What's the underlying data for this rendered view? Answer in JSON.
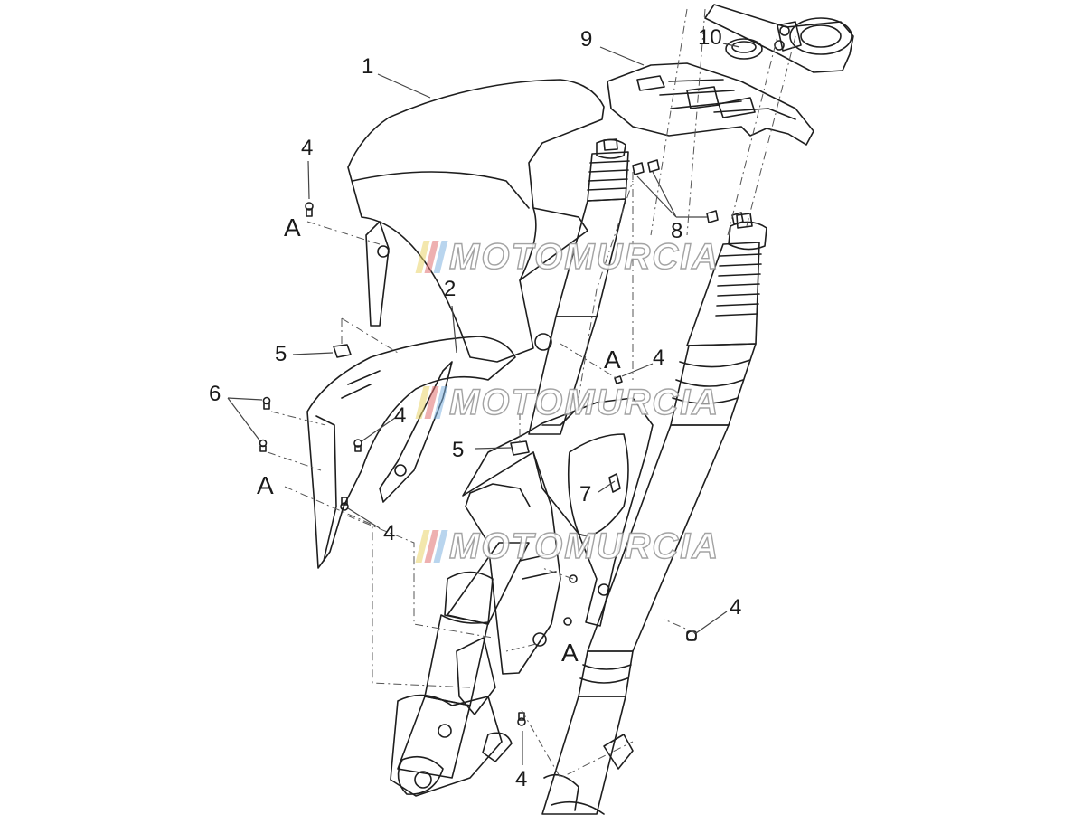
{
  "diagram": {
    "callouts": [
      {
        "id": "c1",
        "text": "1"
      },
      {
        "id": "c2",
        "text": "2"
      },
      {
        "id": "c4a",
        "text": "4"
      },
      {
        "id": "c4b",
        "text": "4"
      },
      {
        "id": "c4c",
        "text": "4"
      },
      {
        "id": "c4d",
        "text": "4"
      },
      {
        "id": "c4e",
        "text": "4"
      },
      {
        "id": "c4f",
        "text": "4"
      },
      {
        "id": "c5a",
        "text": "5"
      },
      {
        "id": "c5b",
        "text": "5"
      },
      {
        "id": "c6",
        "text": "6"
      },
      {
        "id": "c7",
        "text": "7"
      },
      {
        "id": "c8",
        "text": "8"
      },
      {
        "id": "c9",
        "text": "9"
      },
      {
        "id": "c10",
        "text": "10"
      }
    ],
    "refs": [
      {
        "id": "a1",
        "text": "A"
      },
      {
        "id": "a2",
        "text": "A"
      },
      {
        "id": "a3",
        "text": "A"
      },
      {
        "id": "a4",
        "text": "A"
      }
    ],
    "watermark": {
      "text": "MOTOMURCIA",
      "stripe_colors": [
        "#e9d36a",
        "#e07070",
        "#7fb3e0"
      ]
    },
    "colors": {
      "line": "#1e1e1e",
      "leader": "#444444",
      "background": "#ffffff"
    }
  }
}
